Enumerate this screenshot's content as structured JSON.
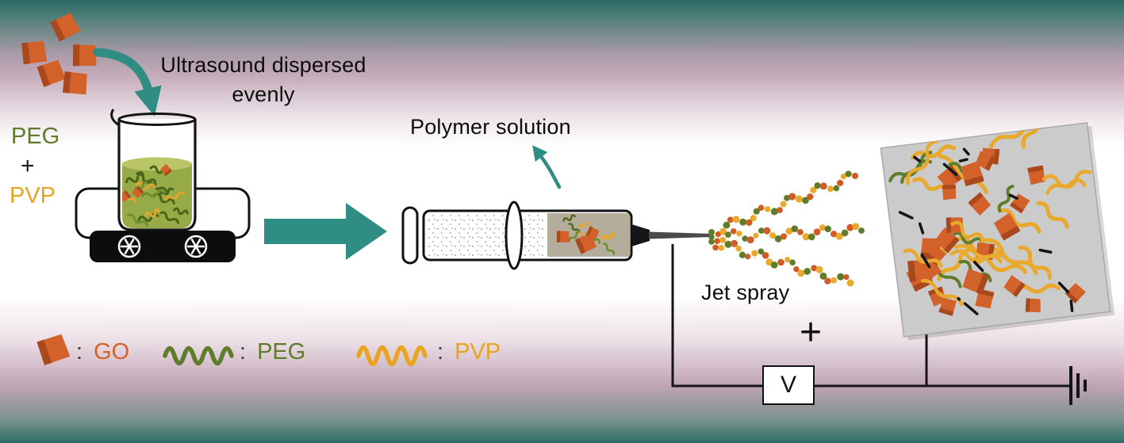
{
  "process": {
    "step1_note_line1": "Ultrasound dispersed",
    "step1_note_line2": "evenly",
    "reagent_top": "PEG",
    "reagent_plus": "+",
    "reagent_bottom": "PVP",
    "syringe_label": "Polymer solution",
    "spray_label": "Jet spray",
    "voltage_label": "V",
    "electrode_sign": "+"
  },
  "legend": {
    "items": [
      {
        "icon": "go-flake",
        "separator": ":",
        "label": "GO",
        "color": "#d2622a"
      },
      {
        "icon": "peg-squiggle",
        "separator": ":",
        "label": "PEG",
        "color": "#5e7c2a"
      },
      {
        "icon": "pvp-squiggle",
        "separator": ":",
        "label": "PVP",
        "color": "#e8a31f"
      }
    ]
  },
  "colors": {
    "arrow_teal": "#2f8d83",
    "go_orange": "#d2622a",
    "peg_green": "#5e7c2a",
    "pvp_yellow": "#e8a31f",
    "liquid_green": "#97aa48",
    "collector_gray": "#cbcbcb",
    "background_top_teal": "#2c6c66",
    "background_mauve": "#c0a5b4"
  }
}
